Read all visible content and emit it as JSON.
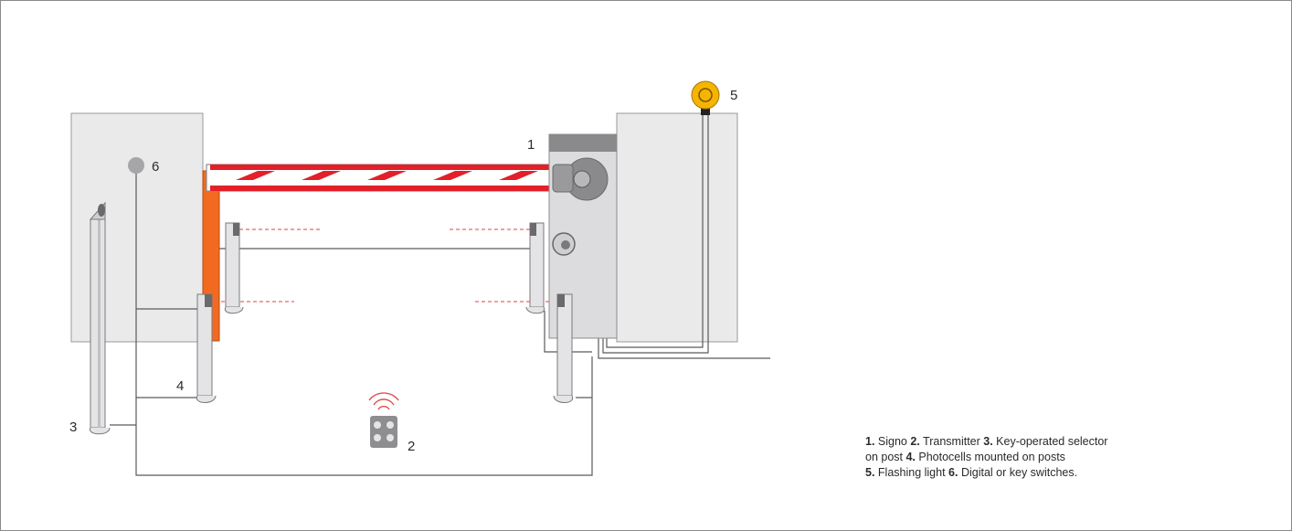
{
  "callouts": {
    "c1": "1",
    "c2": "2",
    "c3": "3",
    "c4": "4",
    "c5": "5",
    "c6": "6"
  },
  "legend": {
    "line1": [
      {
        "num": "1.",
        "text": " Signo "
      },
      {
        "num": "2.",
        "text": " Transmitter "
      },
      {
        "num": "3.",
        "text": " Key-operated selector"
      }
    ],
    "line2": [
      {
        "num": "",
        "text": "on post "
      },
      {
        "num": "4.",
        "text": " Photocells mounted on posts"
      }
    ],
    "line3": [
      {
        "num": "5.",
        "text": " Flashing light "
      },
      {
        "num": "6.",
        "text": " Digital or key switches."
      }
    ]
  },
  "colors": {
    "wall": "#eaeaea",
    "barrier_body": "#dcdcde",
    "boom_red": "#e3202a",
    "post_orange": "#f26a21",
    "lamp_yellow": "#f5b400",
    "wire": "#5a5a5a",
    "beam": "#e04040"
  }
}
